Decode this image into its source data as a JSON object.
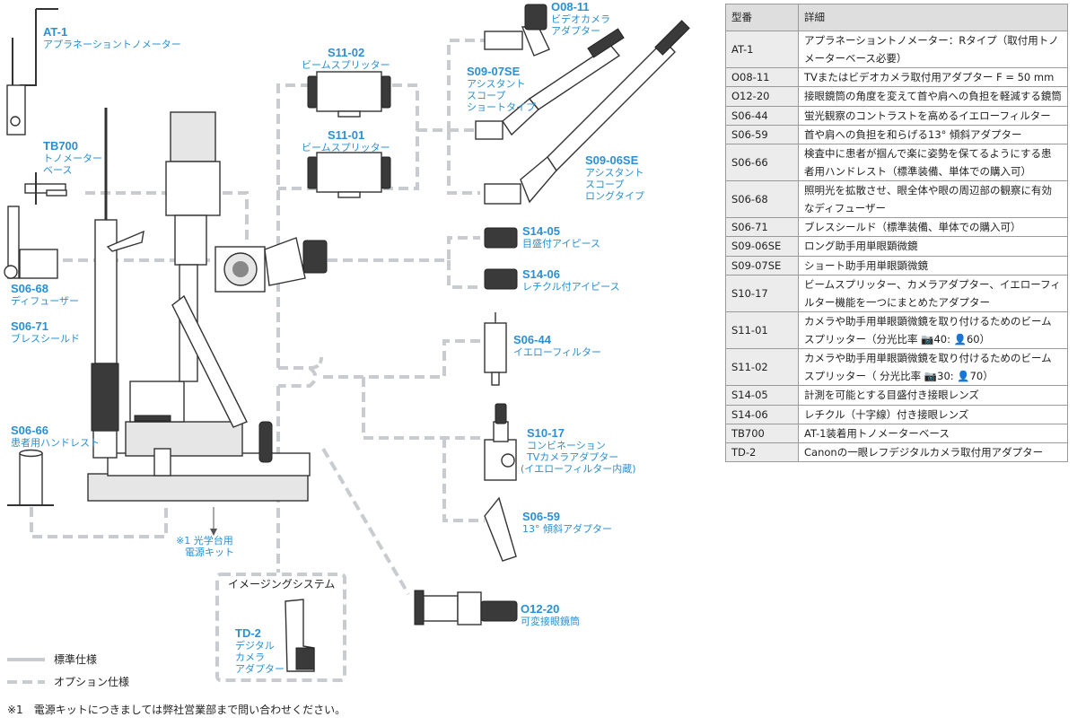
{
  "components": {
    "at1": {
      "code": "AT-1",
      "desc": "アプラネーショントノメーター"
    },
    "tb700": {
      "code": "TB700",
      "desc_l1": "トノメーター",
      "desc_l2": "ベース"
    },
    "s0668": {
      "code": "S06-68",
      "desc": "ディフューザー"
    },
    "s0671": {
      "code": "S06-71",
      "desc": "ブレスシールド"
    },
    "s0666": {
      "code": "S06-66",
      "desc": "患者用ハンドレスト"
    },
    "s1102": {
      "code": "S11-02",
      "desc": "ビームスプリッター"
    },
    "s1101": {
      "code": "S11-01",
      "desc": "ビームスプリッター"
    },
    "o0811": {
      "code": "O08-11",
      "desc_l1": "ビデオカメラ",
      "desc_l2": "アダプター"
    },
    "s0907": {
      "code": "S09-07SE",
      "desc_l1": "アシスタント",
      "desc_l2": "スコープ",
      "desc_l3": "ショートタイプ"
    },
    "s0906": {
      "code": "S09-06SE",
      "desc_l1": "アシスタント",
      "desc_l2": "スコープ",
      "desc_l3": "ロングタイプ"
    },
    "s1405": {
      "code": "S14-05",
      "desc": "目盛付アイピース"
    },
    "s1406": {
      "code": "S14-06",
      "desc": "レチクル付アイピース"
    },
    "s0644": {
      "code": "S06-44",
      "desc": "イエローフィルター"
    },
    "s1017": {
      "code": "S10-17",
      "desc_l1": "コンビネーション",
      "desc_l2": "TVカメラアダプター",
      "desc_l3": "(イエローフィルター内蔵)"
    },
    "s0659": {
      "code": "S06-59",
      "desc": "13° 傾斜アダプター"
    },
    "o1220": {
      "code": "O12-20",
      "desc": "可変接眼鏡筒"
    },
    "td2": {
      "code": "TD-2",
      "desc_l1": "デジタル",
      "desc_l2": "カメラ",
      "desc_l3": "アダプター"
    }
  },
  "power_note_l1": "※1 光学台用",
  "power_note_l2": "電源キット",
  "imaging_system": "イメージングシステム",
  "legend": {
    "standard": "標準仕様",
    "option": "オプション仕様"
  },
  "footnote": "※1　電源キットにつきましては弊社営業部まで問い合わせください。",
  "table": {
    "headers": [
      "型番",
      "詳細"
    ],
    "rows": [
      {
        "model": "AT-1",
        "detail": "アプラネーショントノメーター：Rタイプ（取付用トノメーターベース必要）"
      },
      {
        "model": "O08-11",
        "detail": "TVまたはビデオカメラ取付用アダプター F = 50 mm"
      },
      {
        "model": "O12-20",
        "detail": "接眼鏡筒の角度を変えて首や肩への負担を軽減する鏡筒"
      },
      {
        "model": "S06-44",
        "detail": "蛍光観察のコントラストを高めるイエローフィルター"
      },
      {
        "model": "S06-59",
        "detail": "首や肩への負担を和らげる13° 傾斜アダプター"
      },
      {
        "model": "S06-66",
        "detail": "検査中に患者が掴んで楽に姿勢を保てるようにする患者用ハンドレスト（標準装備、単体での購入可）"
      },
      {
        "model": "S06-68",
        "detail": "照明光を拡散させ、眼全体や眼の周辺部の観察に有効なディフューザー"
      },
      {
        "model": "S06-71",
        "detail": "ブレスシールド（標準装備、単体での購入可）"
      },
      {
        "model": "S09-06SE",
        "detail": "ロング助手用単眼顕微鏡"
      },
      {
        "model": "S09-07SE",
        "detail": "ショート助手用単眼顕微鏡"
      },
      {
        "model": "S10-17",
        "detail": "ビームスプリッター、カメラアダプター、イエローフィルター機能を一つにまとめたアダプター"
      },
      {
        "model": "S11-01",
        "detail": "カメラや助手用単眼顕微鏡を取り付けるためのビームスプリッター（分光比率 📷40: 👤60）"
      },
      {
        "model": "S11-02",
        "detail": "カメラや助手用単眼顕微鏡を取り付けるためのビームスプリッター（ 分光比率 📷30: 👤70）"
      },
      {
        "model": "S14-05",
        "detail": "計測を可能とする目盛付き接眼レンズ"
      },
      {
        "model": "S14-06",
        "detail": "レチクル（十字線）付き接眼レンズ"
      },
      {
        "model": "TB700",
        "detail": "AT-1装着用トノメーターベース"
      },
      {
        "model": "TD-2",
        "detail": "Canonの一眼レフデジタルカメラ取付用アダプター"
      }
    ]
  }
}
